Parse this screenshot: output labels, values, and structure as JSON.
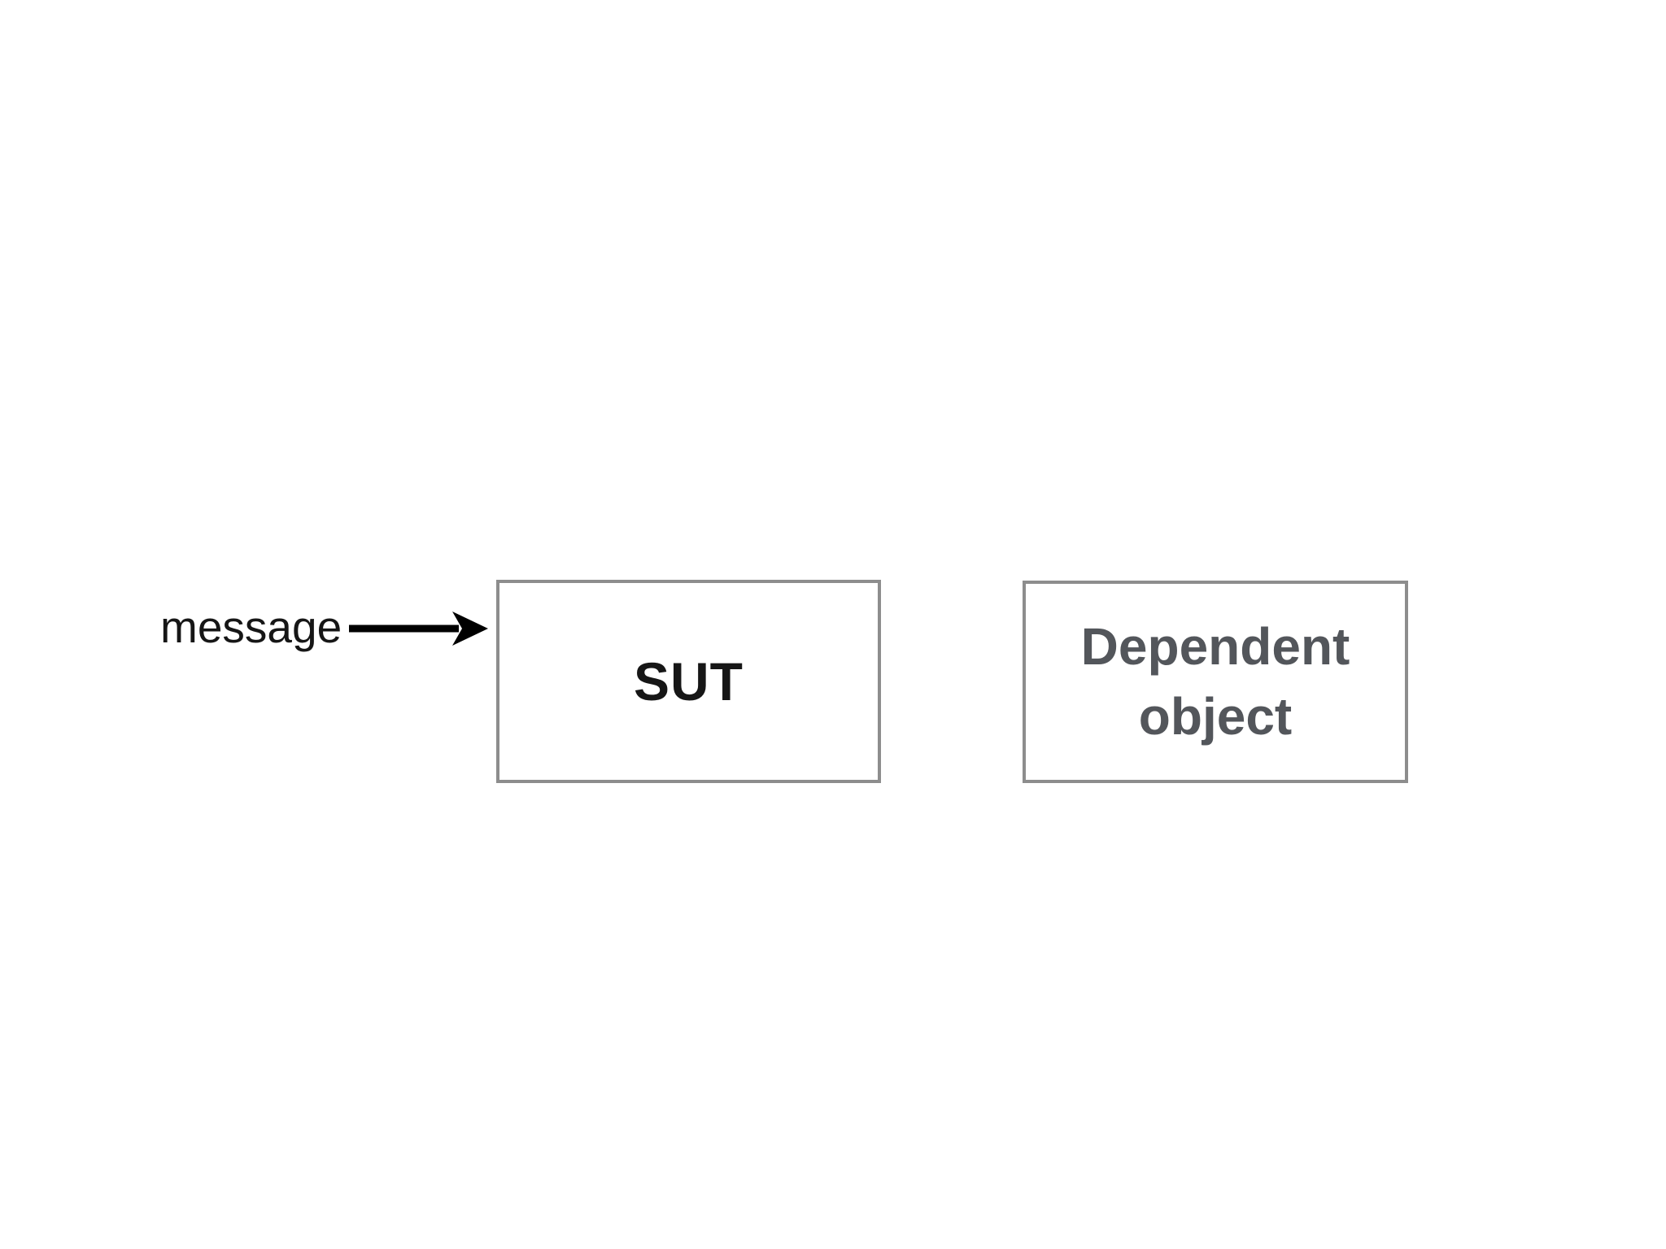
{
  "diagram": {
    "message_label": "message",
    "arrow": {
      "direction": "right",
      "color": "#000000",
      "connects": "message to SUT box"
    },
    "boxes": [
      {
        "id": "sut",
        "label": "SUT",
        "text_color": "#161616"
      },
      {
        "id": "dependent",
        "label": "Dependent object",
        "text_color": "#53565b"
      }
    ],
    "colors": {
      "background": "#ffffff",
      "box_border": "#8d8d8d",
      "message_text": "#161616"
    }
  }
}
